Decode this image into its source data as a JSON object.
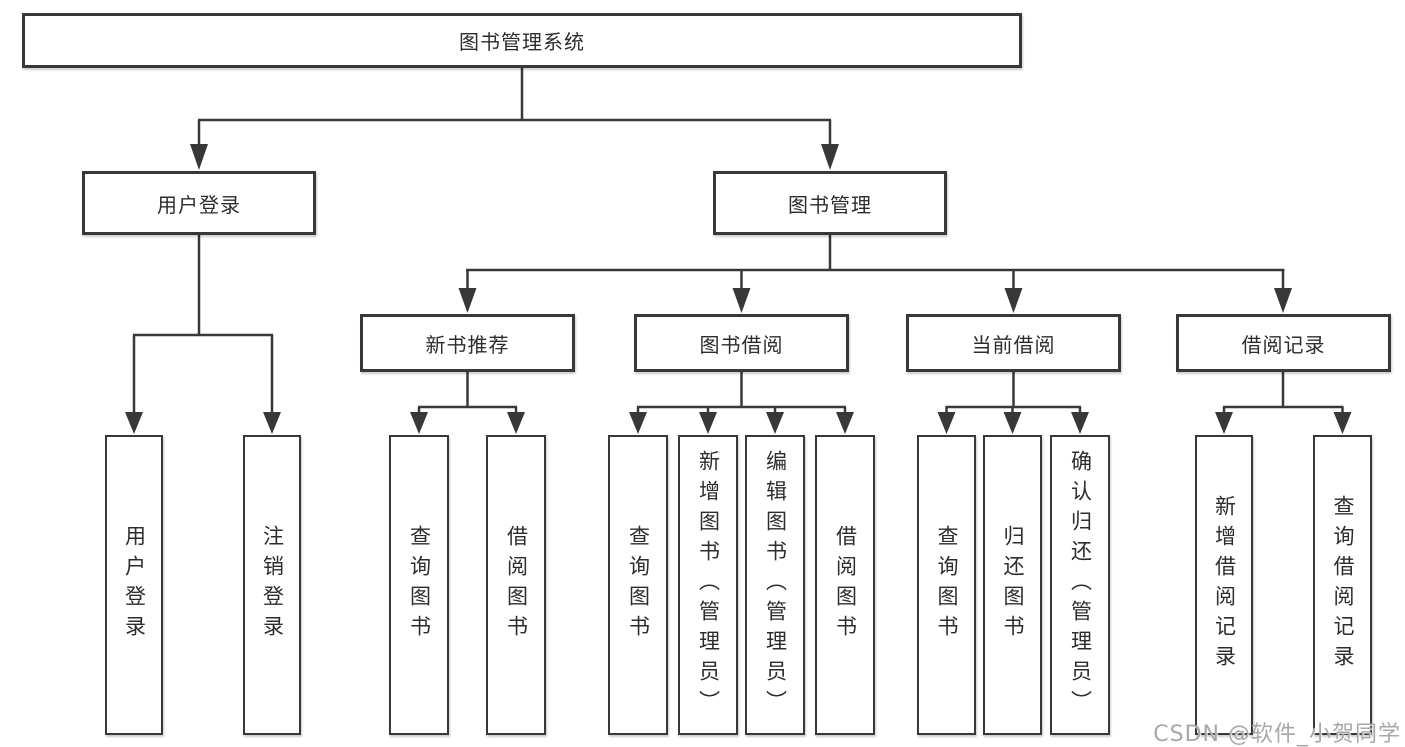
{
  "tree": {
    "label": "图书管理系统",
    "children": [
      {
        "label": "用户登录",
        "children": [
          {
            "label": "用户登录"
          },
          {
            "label": "注销登录"
          }
        ]
      },
      {
        "label": "图书管理",
        "children": [
          {
            "label": "新书推荐",
            "children": [
              {
                "label": "查询图书"
              },
              {
                "label": "借阅图书"
              }
            ]
          },
          {
            "label": "图书借阅",
            "children": [
              {
                "label": "查询图书"
              },
              {
                "label": "新增图书（管理员）"
              },
              {
                "label": "编辑图书（管理员）"
              },
              {
                "label": "借阅图书"
              }
            ]
          },
          {
            "label": "当前借阅",
            "children": [
              {
                "label": "查询图书"
              },
              {
                "label": "归还图书"
              },
              {
                "label": "确认归还（管理员）"
              }
            ]
          },
          {
            "label": "借阅记录",
            "children": [
              {
                "label": "新增借阅记录"
              },
              {
                "label": "查询借阅记录"
              }
            ]
          }
        ]
      }
    ]
  },
  "watermark": "CSDN @软件_小贺同学",
  "colors": {
    "line": "#383838",
    "box_border": "#383838",
    "box_fill": "#ffffff",
    "text": "#2d2d2d",
    "watermark": "#a8a8a8",
    "background": "#ffffff"
  }
}
